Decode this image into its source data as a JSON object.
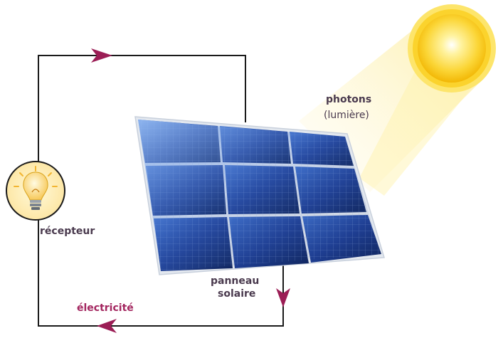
{
  "labels": {
    "photons": "photons",
    "lumiere": "(lumière)",
    "recepteur": "récepteur",
    "panneau_line1": "panneau",
    "panneau_line2": "solaire",
    "electricite": "électricité"
  },
  "colors": {
    "wire": "#1a1a1a",
    "arrow": "#9b1d55",
    "label_text": "#4a3a4e",
    "electricite_text": "#a3265f",
    "sun": "#fdd835",
    "ray": "#fff3a6",
    "panel_cell": "#1f3d8c",
    "panel_frame": "#dfe6ef",
    "bulb": "#ffe08a"
  },
  "icons": [
    "sun-icon",
    "lightbulb-icon",
    "solar-panel-icon",
    "flow-arrow-icon"
  ]
}
